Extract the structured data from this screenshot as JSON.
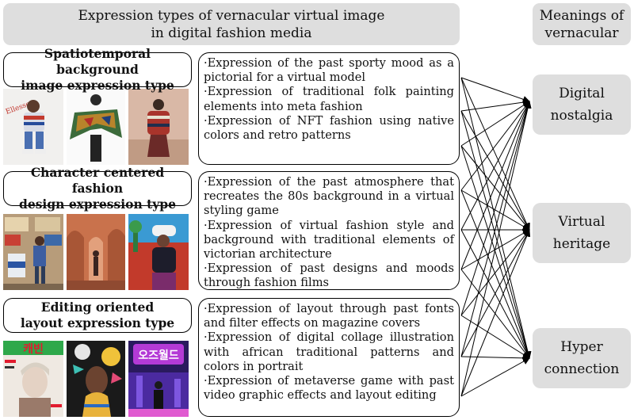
{
  "header": {
    "main_line1": "Expression types of vernacular virtual image",
    "main_line2": "in digital fashion media",
    "meanings_line1": "Meanings of",
    "meanings_line2": "vernacular"
  },
  "types": [
    {
      "title_line1": "Spatiotemporal background",
      "title_line2": "image expression type",
      "items": [
        "·Expression of the past sporty mood as a pictorial for a virtual model",
        "·Expression of traditional folk painting elements into meta fashion",
        "·Expression of NFT fashion using native colors and retro patterns"
      ]
    },
    {
      "title_line1": "Character centered fashion",
      "title_line2": "design expression type",
      "items": [
        "·Expression of the past atmosphere that recreates the 80s background in a virtual styling game",
        "·Expression of virtual fashion style and background with traditional elements of victorian architecture",
        "·Expression of past designs and moods through fashion films"
      ]
    },
    {
      "title_line1": "Editing oriented",
      "title_line2": "layout expression type",
      "items": [
        "·Expression of layout through past fonts and filter effects on magazine covers",
        "·Expression of digital collage illustration with african traditional patterns and colors in portrait",
        "·Expression of metaverse game with past video graphic effects and layout editing"
      ]
    }
  ],
  "meanings": [
    {
      "line1": "Digital",
      "line2": "nostalgia"
    },
    {
      "line1": "Virtual",
      "line2": "heritage"
    },
    {
      "line1": "Hyper",
      "line2": "connection"
    }
  ],
  "images": {
    "magazine1_masthead": "캐빈",
    "magazine3_title": "오즈월드"
  },
  "colors": {
    "header_bg": "#dedede",
    "meaning_bg": "#dedede",
    "border": "#000000"
  }
}
